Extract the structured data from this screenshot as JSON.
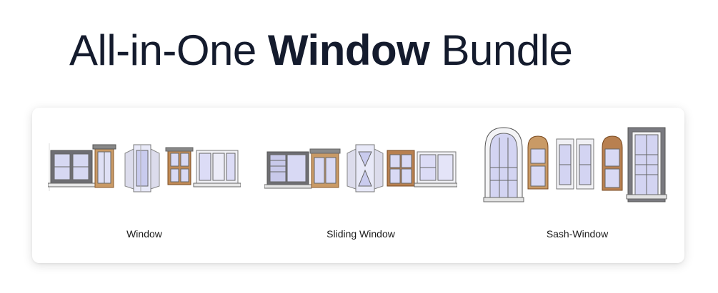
{
  "headline": {
    "prefix": "All-in-One ",
    "emphasis": "Window",
    "suffix": " Bundle"
  },
  "bundle": {
    "items": [
      {
        "caption": "Window"
      },
      {
        "caption": "Sliding Window"
      },
      {
        "caption": "Sash-Window"
      }
    ]
  }
}
